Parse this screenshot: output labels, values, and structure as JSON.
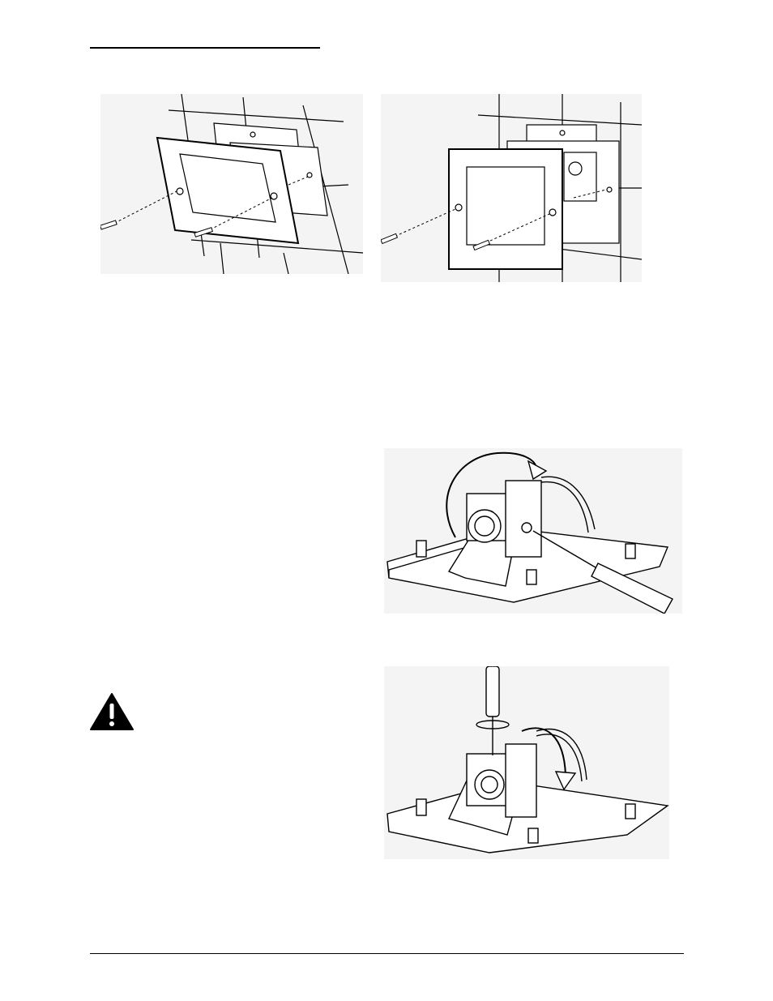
{
  "page": {
    "header_rule": true,
    "footer_rule": true
  },
  "figures": [
    {
      "id": "faceplate-install-angled",
      "icon": "faceplate-exploded-diagram"
    },
    {
      "id": "faceplate-install-front",
      "icon": "faceplate-exploded-diagram"
    },
    {
      "id": "camera-pan-adjust",
      "icon": "screwdriver-camera-diagram"
    },
    {
      "id": "camera-tilt-adjust",
      "icon": "screwdriver-camera-diagram"
    }
  ],
  "warning": {
    "icon": "warning-triangle-icon",
    "color": "#000000"
  }
}
